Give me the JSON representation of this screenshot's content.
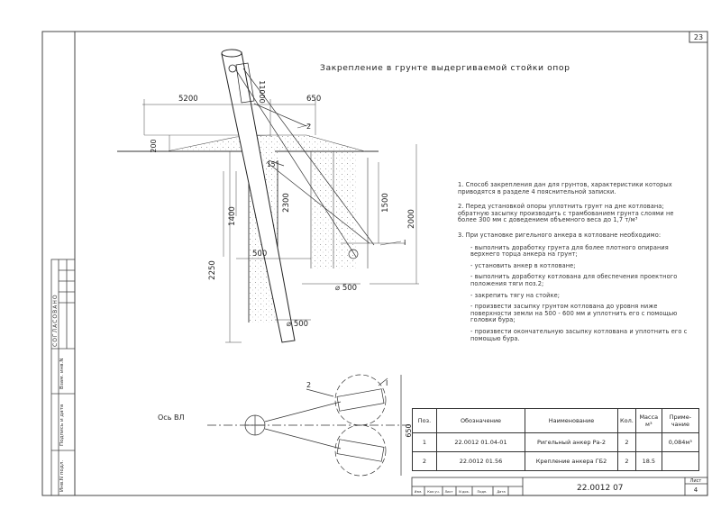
{
  "sheet_page": "23",
  "title": "Закрепление в грунте выдергиваемой стойки опор",
  "dimensions": {
    "d5200": "5200",
    "d650_top": "650",
    "d200": "200",
    "d1400": "1400",
    "d2300": "2300",
    "d1500": "1500",
    "d2000": "2000",
    "d2250": "2250",
    "d500_left": "500",
    "d500_bottom": "⌀ 500",
    "d500_right": "⌀ 500",
    "d11000": "11000",
    "angle": "15°",
    "plan_650": "650"
  },
  "callouts": {
    "c2_top": "2",
    "c1_right": "I",
    "c2_plan": "2",
    "c1_plan": "I"
  },
  "axis_label": "Ось ВЛ",
  "notes": {
    "n1": "1. Способ закрепления дан для грунтов, характеристики которых приводятся в разделе 4 пояснительной записки.",
    "n2": "2. Перед установкой опоры уплотнить грунт на дне котлована; обратную засыпку производить с трамбованием грунта слоями не более 300 мм с доведением объемного веса до 1,7 т/м³",
    "n3": "3. При установке ригельного анкера в котловане необходимо:",
    "sub": [
      "- выполнить доработку грунта для более плотного опирания верхнего торца анкера на грунт;",
      "- установить анкер в котловане;",
      "- выполнить доработку котлована для обеспечения проектного положения тяги поз.2;",
      "- закрепить тягу на стойке;",
      "- произвести засыпку грунтом котлована до уровня ниже поверхности земли на 500 - 600 мм и уплотнить его с помощью головки бура;",
      "- произвести окончательную засыпку котлована и уплотнить его с помощью бура."
    ]
  },
  "spec_table": {
    "headers": {
      "pos": "Поз.",
      "designation": "Обозначение",
      "name": "Наименование",
      "qty": "Кол.",
      "mass": "Масса м³",
      "note": "Приме-чание"
    },
    "rows": [
      {
        "pos": "1",
        "designation": "22.0012 01.04-01",
        "name": "Ригельный анкер Ра-2",
        "qty": "2",
        "mass": "",
        "note": "0,084м³"
      },
      {
        "pos": "2",
        "designation": "22.0012 01.56",
        "name": "Крепление анкера ГБ2",
        "qty": "2",
        "mass": "18.5",
        "note": ""
      }
    ]
  },
  "title_block": {
    "code": "22.0012 07",
    "sheet_label": "Лист",
    "sheet_num": "4",
    "cols": [
      "Изм.",
      "Кол.уч.",
      "Лист",
      "N док.",
      "Подп.",
      "Дата"
    ]
  },
  "side_stamp": {
    "agreed": "СОГЛАСОВАНО",
    "inv_sub": "Взам. инв.N",
    "sign_date": "Подпись и дата",
    "inv_orig": "Инв.N подл."
  }
}
